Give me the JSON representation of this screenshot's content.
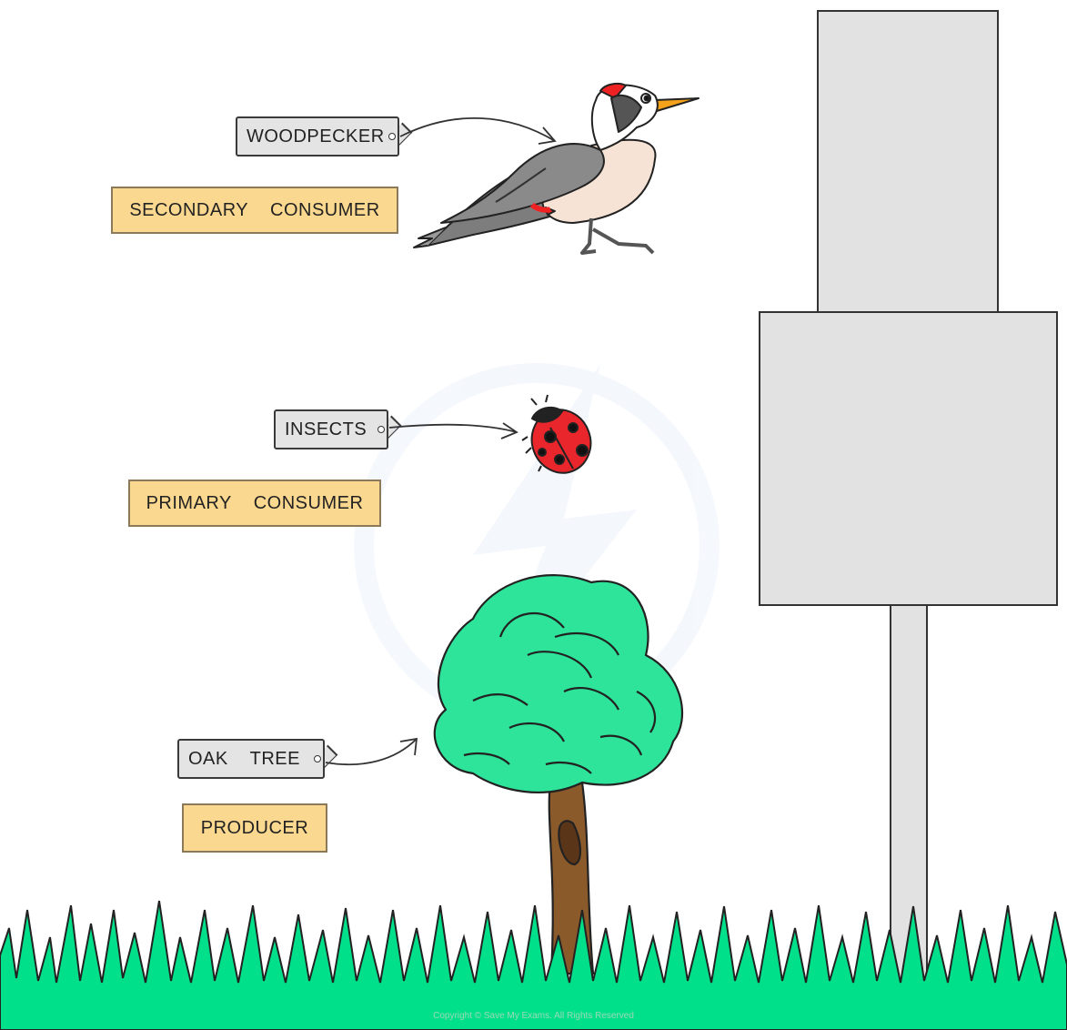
{
  "organisms": [
    {
      "name": "WOODPECKER",
      "role": "SECONDARY    CONSUMER"
    },
    {
      "name": "INSECTS",
      "role": "PRIMARY    CONSUMER"
    },
    {
      "name": "OAK    TREE",
      "role": "PRODUCER"
    }
  ],
  "copyright": "Copyright © Save My Exams. All Rights Reserved",
  "colors": {
    "name_tag": "#e4e4e4",
    "role_label": "#fbd88f",
    "pyramid_box": "#e2e2e2",
    "grass": "#00e08a",
    "tree_canopy": "#2ee39a",
    "ladybird": "#e8262b"
  }
}
